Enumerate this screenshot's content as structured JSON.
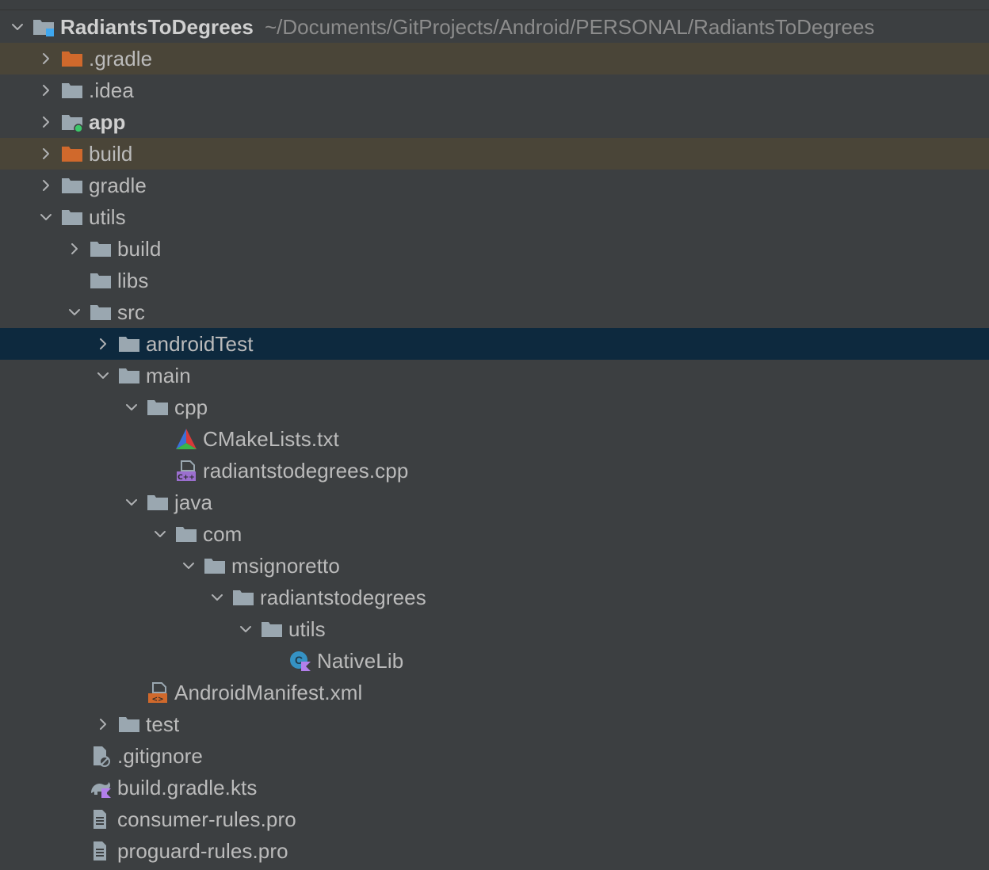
{
  "project": {
    "name": "RadiantsToDegrees",
    "path": "~/Documents/GitProjects/Android/PERSONAL/RadiantsToDegrees"
  },
  "colors": {
    "background": "#3c3f41",
    "folder": "#9aa7b0",
    "excluded_folder": "#d0692c",
    "excluded_row": "#4a4538",
    "selected_row": "#0d293e",
    "text": "#bbbbbb"
  },
  "tree": [
    {
      "label": ".gradle",
      "depth": 1,
      "arrow": "collapsed",
      "icon": "excluded-folder-icon",
      "row": "excluded"
    },
    {
      "label": ".idea",
      "depth": 1,
      "arrow": "collapsed",
      "icon": "folder-icon"
    },
    {
      "label": "app",
      "depth": 1,
      "arrow": "collapsed",
      "icon": "module-folder-icon",
      "bold": true
    },
    {
      "label": "build",
      "depth": 1,
      "arrow": "collapsed",
      "icon": "excluded-folder-icon",
      "row": "excluded"
    },
    {
      "label": "gradle",
      "depth": 1,
      "arrow": "collapsed",
      "icon": "folder-icon"
    },
    {
      "label": "utils",
      "depth": 1,
      "arrow": "expanded",
      "icon": "folder-icon"
    },
    {
      "label": "build",
      "depth": 2,
      "arrow": "collapsed",
      "icon": "folder-icon"
    },
    {
      "label": "libs",
      "depth": 2,
      "arrow": "none",
      "icon": "folder-icon"
    },
    {
      "label": "src",
      "depth": 2,
      "arrow": "expanded",
      "icon": "folder-icon"
    },
    {
      "label": "androidTest",
      "depth": 3,
      "arrow": "collapsed",
      "icon": "folder-icon",
      "row": "selected"
    },
    {
      "label": "main",
      "depth": 3,
      "arrow": "expanded",
      "icon": "folder-icon"
    },
    {
      "label": "cpp",
      "depth": 4,
      "arrow": "expanded",
      "icon": "folder-icon"
    },
    {
      "label": "CMakeLists.txt",
      "depth": 5,
      "arrow": "none",
      "icon": "cmake-icon"
    },
    {
      "label": "radiantstodegrees.cpp",
      "depth": 5,
      "arrow": "none",
      "icon": "cpp-file-icon",
      "badge": "C++"
    },
    {
      "label": "java",
      "depth": 4,
      "arrow": "expanded",
      "icon": "folder-icon"
    },
    {
      "label": "com",
      "depth": 5,
      "arrow": "expanded",
      "icon": "folder-icon"
    },
    {
      "label": "msignoretto",
      "depth": 6,
      "arrow": "expanded",
      "icon": "folder-icon"
    },
    {
      "label": "radiantstodegrees",
      "depth": 7,
      "arrow": "expanded",
      "icon": "folder-icon"
    },
    {
      "label": "utils",
      "depth": 8,
      "arrow": "expanded",
      "icon": "folder-icon"
    },
    {
      "label": "NativeLib",
      "depth": 9,
      "arrow": "none",
      "icon": "kotlin-class-icon"
    },
    {
      "label": "AndroidManifest.xml",
      "depth": 4,
      "arrow": "none",
      "icon": "xml-file-icon",
      "badge": "<>"
    },
    {
      "label": "test",
      "depth": 3,
      "arrow": "collapsed",
      "icon": "folder-icon"
    },
    {
      "label": ".gitignore",
      "depth": 2,
      "arrow": "none",
      "icon": "ignore-file-icon"
    },
    {
      "label": "build.gradle.kts",
      "depth": 2,
      "arrow": "none",
      "icon": "gradle-kts-icon"
    },
    {
      "label": "consumer-rules.pro",
      "depth": 2,
      "arrow": "none",
      "icon": "text-file-icon"
    },
    {
      "label": "proguard-rules.pro",
      "depth": 2,
      "arrow": "none",
      "icon": "text-file-icon"
    }
  ]
}
